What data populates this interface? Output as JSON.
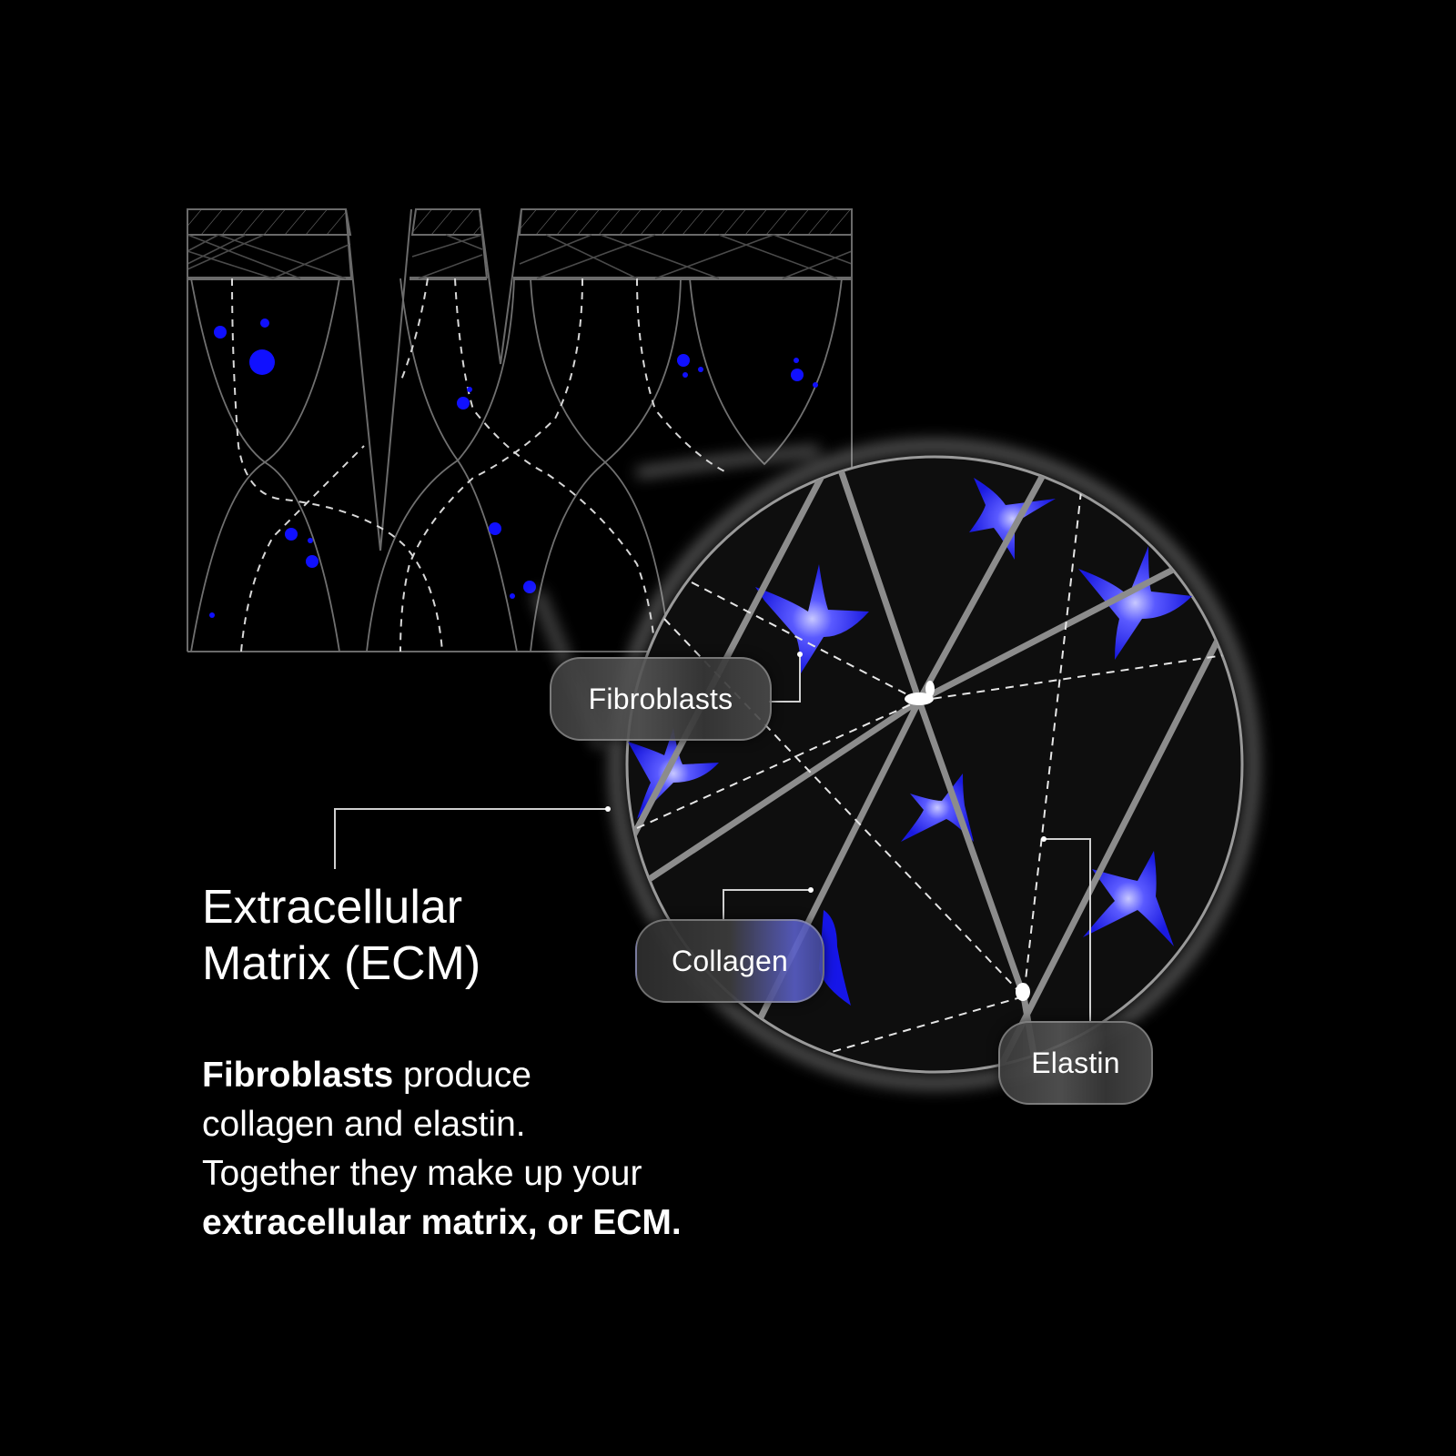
{
  "labels": {
    "fibroblasts": "Fibroblasts",
    "collagen": "Collagen",
    "elastin": "Elastin"
  },
  "heading": {
    "line1": "Extracellular",
    "line2": "Matrix (ECM)"
  },
  "description": {
    "bold_lead": "Fibroblasts",
    "line1_rest": " produce",
    "line2": "collagen and elastin.",
    "line3": "Together they make up your",
    "bold_tail": "extracellular matrix, or ECM."
  },
  "colors": {
    "background": "#000000",
    "cell_blue": "#1a1aff",
    "line_gray": "#8a8a8a",
    "text": "#ffffff"
  }
}
